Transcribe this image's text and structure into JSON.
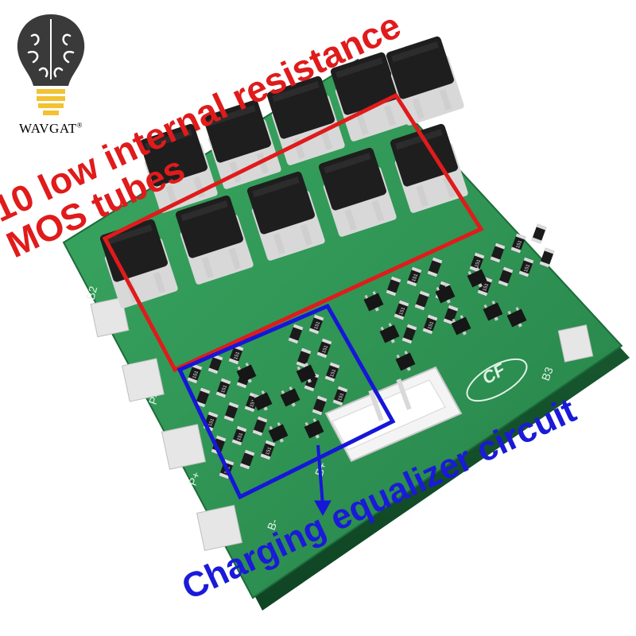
{
  "brand": {
    "name": "WAVGAT",
    "trademark": "®",
    "logo_icon": "lightbulb-brain-icon"
  },
  "annotations": {
    "mos_line1": "10 low internal resistance",
    "mos_line2": "MOS tubes",
    "equalizer": "Charging equalizer circuit",
    "mos_box_color": "#e01b1b",
    "equalizer_box_color": "#1616d8",
    "equalizer_text_color": "#1a1ad8"
  },
  "board": {
    "silkscreen_labels": [
      "B2",
      "B3",
      "B+",
      "B-",
      "P+",
      "P-",
      "CF"
    ],
    "resistor_marking": "151",
    "pcb_color": "#2f9a55",
    "mosfet_count": 10
  }
}
